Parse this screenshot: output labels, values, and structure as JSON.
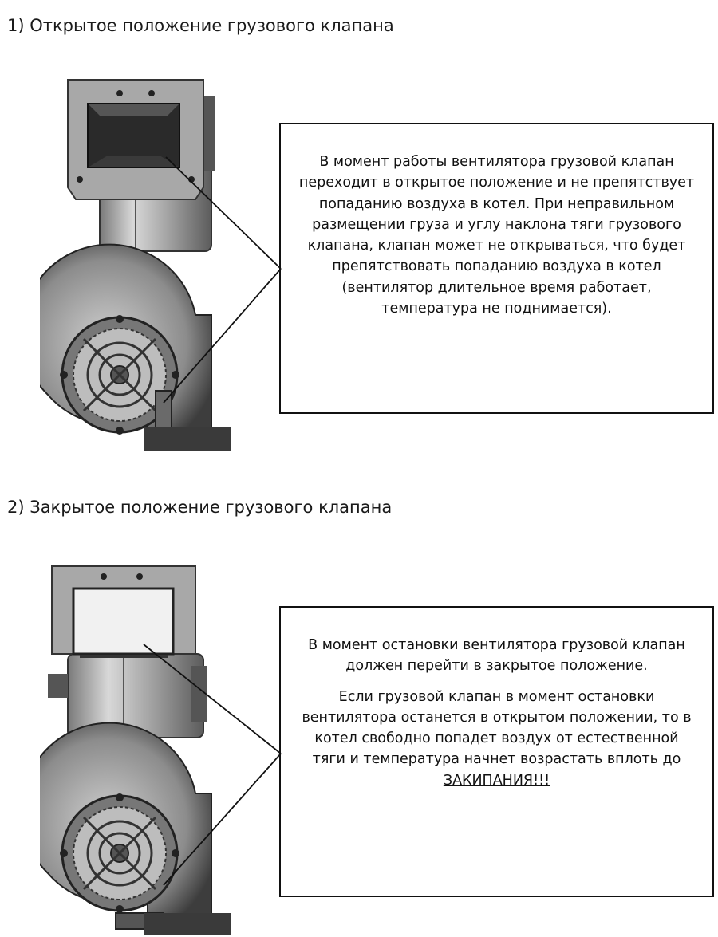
{
  "sections": [
    {
      "title": "1) Открытое положение грузового клапана",
      "callout": {
        "paragraphs": [
          "В момент работы вентилятора грузовой клапан переходит в открытое положение и не препятствует попаданию воздуха в котел. При неправильном размещении груза и углу наклона тяги грузового клапана, клапан может не открываться, что будет препятствовать попаданию воздуха в котел (вентилятор длительное время работает, температура не поднимается)."
        ]
      },
      "figure": {
        "icon": "centrifugal-fan-valve-open-photo"
      }
    },
    {
      "title": "2) Закрытое положение грузового клапана",
      "callout": {
        "paragraphs": [
          "В момент остановки вентилятора грузовой клапан должен перейти в закрытое положение."
        ],
        "warning_text": "Если грузовой клапан в момент остановки вентилятора останется в открытом положении, то в котел свободно попадет воздух от естественной тяги и температура начнет возрастать вплоть до ",
        "warning_emphasis": "ЗАКИПАНИЯ!!!"
      },
      "figure": {
        "icon": "centrifugal-fan-valve-closed-photo"
      }
    }
  ],
  "colors": {
    "ink": "#111111",
    "metal_light": "#cfcfcf",
    "metal_mid": "#9a9a9a",
    "metal_dark": "#4a4a4a"
  }
}
